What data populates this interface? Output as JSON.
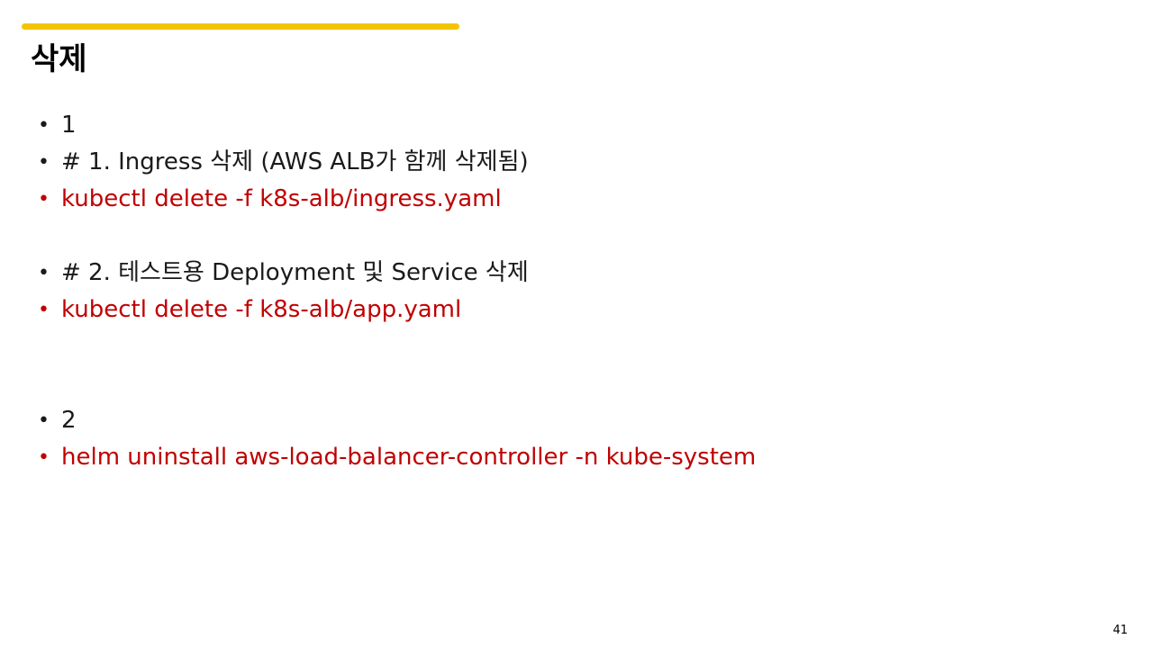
{
  "slide": {
    "accent_color": "#F5C400",
    "title": "삭제",
    "page_number": "41",
    "bullet_glyph": "•",
    "bullets": [
      {
        "text": "1",
        "color": "#1a1a1a"
      },
      {
        "text": "# 1. Ingress 삭제 (AWS ALB가 함께 삭제됨)",
        "color": "#1a1a1a"
      },
      {
        "text": "kubectl delete -f k8s-alb/ingress.yaml",
        "color": "#C00000"
      },
      {
        "text": "# 2. 테스트용 Deployment 및 Service 삭제",
        "color": "#1a1a1a"
      },
      {
        "text": "kubectl delete -f k8s-alb/app.yaml",
        "color": "#C00000"
      },
      {
        "text": "2",
        "color": "#1a1a1a"
      },
      {
        "text": "helm uninstall aws-load-balancer-controller -n kube-system",
        "color": "#C00000"
      }
    ]
  }
}
